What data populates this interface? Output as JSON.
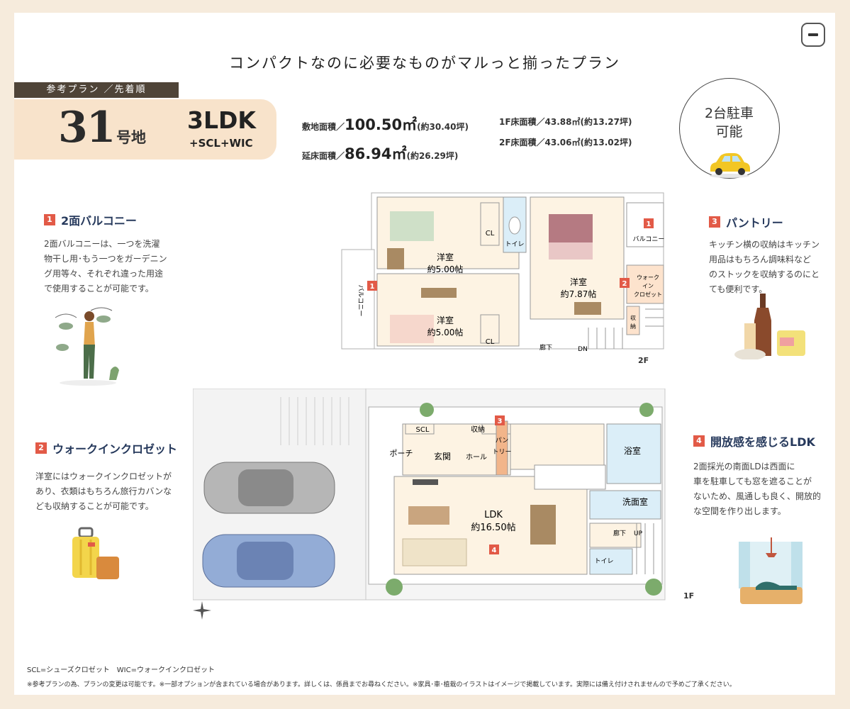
{
  "headline": "コンパクトなのに必要なものがマルっと揃ったプラン",
  "plan_tag": "参考プラン ／先着順",
  "lot": {
    "number": "31",
    "suffix": "号地",
    "layout": "3LDK",
    "extras": "+SCL+WIC"
  },
  "areas": {
    "site_label": "敷地面積／",
    "site_value": "100.50㎡",
    "site_tsubo": "(約30.40坪)",
    "floor_label": "延床面積／",
    "floor_value": "86.94㎡",
    "floor_tsubo": "(約26.29坪)",
    "f1": "1F床面積／43.88㎡(約13.27坪)",
    "f2": "2F床面積／43.06㎡(約13.02坪)"
  },
  "parking": {
    "line1": "2台駐車",
    "line2": "可能"
  },
  "features": [
    {
      "num": "1",
      "title": "2面バルコニー",
      "body": [
        "2面バルコニーは、一つを洗濯",
        "物干し用･もう一つをガーデニン",
        "グ用等々、それぞれ違った用途",
        "で使用することが可能です。"
      ]
    },
    {
      "num": "2",
      "title": "ウォークインクロゼット",
      "body": [
        "洋室にはウォークインクロゼットが",
        "あり、衣類はもちろん旅行カバンな",
        "ども収納することが可能です。"
      ]
    },
    {
      "num": "3",
      "title": "パントリー",
      "body": [
        "キッチン横の収納はキッチン",
        "用品はもちろん調味料など",
        "のストックを収納するのにと",
        "ても便利です。"
      ]
    },
    {
      "num": "4",
      "title": "開放感を感じるLDK",
      "body": [
        "2面採光の南面LDは西面に",
        "車を駐車しても窓を遮ることが",
        "ないため、風通しも良く、開放的",
        "な空間を作り出します。"
      ]
    }
  ],
  "floor2": {
    "label": "2F",
    "rooms": {
      "western_a": "洋室",
      "western_a_size": "約5.00帖",
      "western_b": "洋室",
      "western_b_size": "約5.00帖",
      "western_c": "洋室",
      "western_c_size": "約7.87帖",
      "cl1": "CL",
      "cl2": "CL",
      "toilet": "トイレ",
      "balcony_right": "バルコニー",
      "balcony_left": "バルコニー",
      "wic_1": "ウォーク",
      "wic_2": "イン",
      "wic_3": "クロゼット",
      "storage_1": "収",
      "storage_2": "納",
      "hall": "廊下",
      "down": "DN"
    },
    "markers": {
      "balcony_left": "1",
      "balcony_right": "1",
      "wic": "2"
    }
  },
  "floor1": {
    "label": "1F",
    "rooms": {
      "porch": "ポーチ",
      "entrance": "玄関",
      "hall": "ホール",
      "scl": "SCL",
      "storage": "収納",
      "pantry_1": "パン",
      "pantry_2": "トリー",
      "ldk": "LDK",
      "ldk_size": "約16.50帖",
      "bath": "浴室",
      "washroom": "洗面室",
      "corridor": "廊下",
      "up": "UP",
      "toilet": "トイレ"
    },
    "markers": {
      "pantry": "3",
      "ldk": "4"
    }
  },
  "footnotes": [
    "SCL=シューズクロゼット　WIC=ウォークインクロゼット",
    "※参考プランの為、プランの変更は可能です。※一部オプションが含まれている場合があります。詳しくは、係員までお尋ねください。※家具･車･植栽のイラストはイメージで掲載しています。実際には備え付けされませんので予めご了承ください。"
  ],
  "colors": {
    "accent_red": "#e25a47",
    "title_navy": "#26395c",
    "lot_bg": "#f8e3cb",
    "tag_bg": "#4f4438",
    "page_bg": "#f6ebdc"
  }
}
